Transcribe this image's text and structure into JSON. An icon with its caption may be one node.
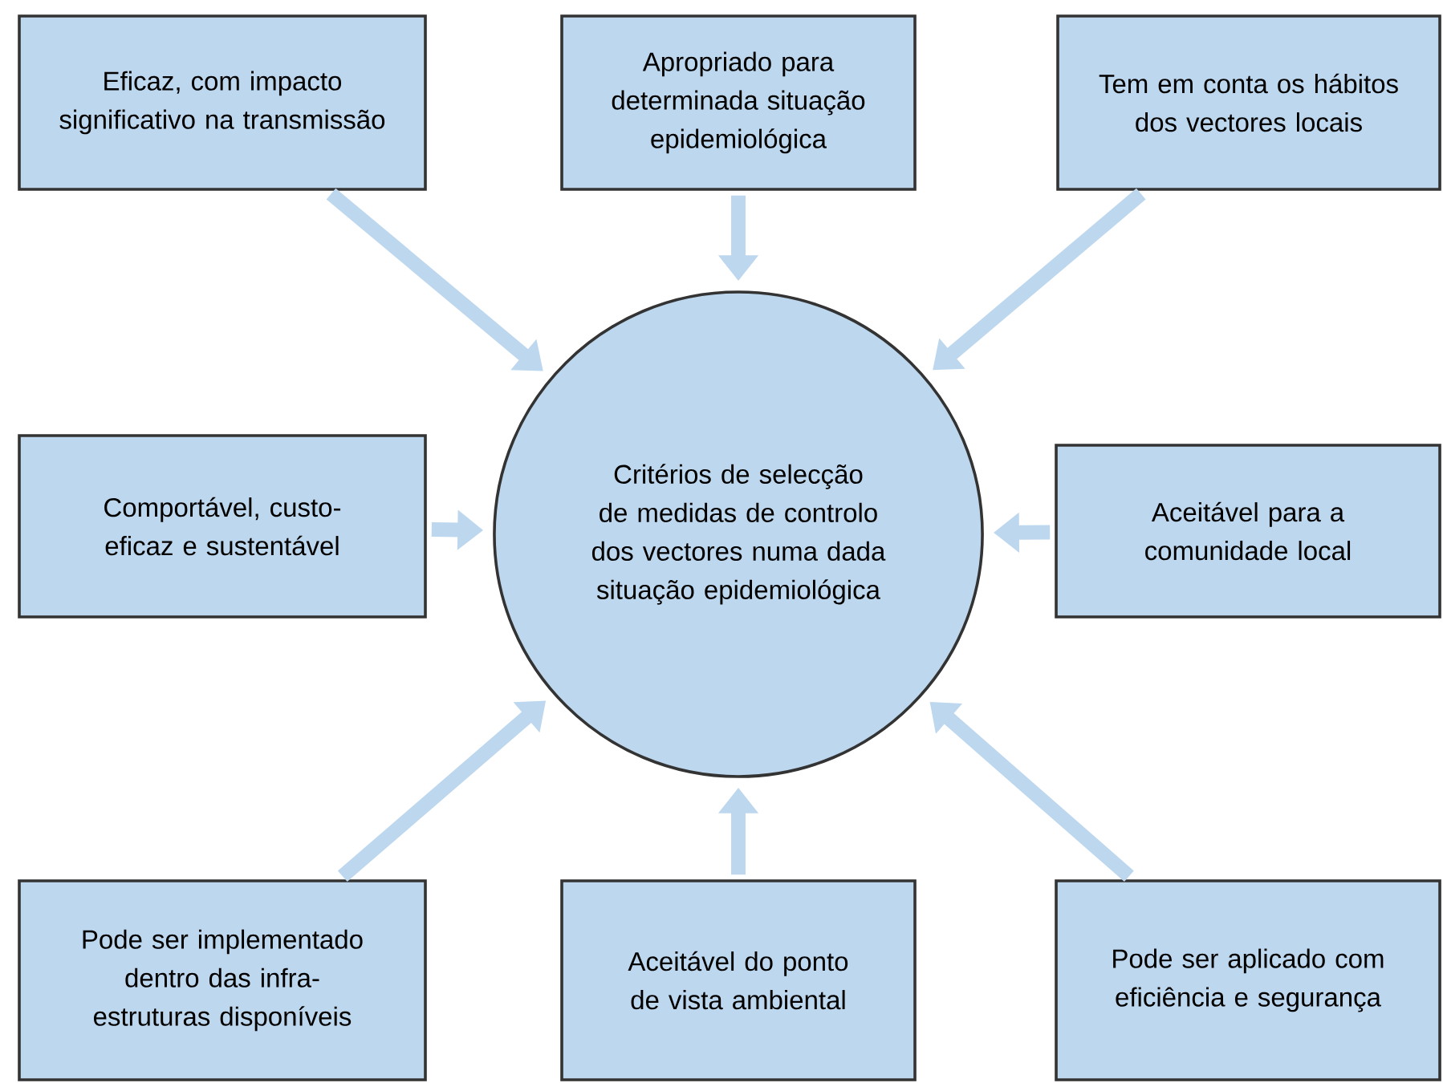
{
  "diagram": {
    "nodes": [
      {
        "text": [
          "Eficaz, com impacto significativo na transmissão"
        ]
      },
      {
        "text": [
          "Apropriado para determinada situação epidemiológica"
        ]
      },
      {
        "text": [
          "Tem em conta os hábitos dos vectores locais"
        ]
      },
      {
        "text": [
          "Comportável, custo-eficaz e sustentável"
        ]
      },
      {
        "text": [
          "Critérios de selecção de medidas de controlo dos vectores numa dada situação epidemiológica"
        ]
      },
      {
        "text": [
          "Aceitável para a comunidade local"
        ]
      },
      {
        "text": [
          "Pode ser implementado dentro das infra-estruturas disponíveis"
        ]
      },
      {
        "text": [
          "Aceitável do ponto de vista ambiental"
        ]
      },
      {
        "text": [
          "Pode ser aplicado com eficiência e segurança"
        ]
      }
    ],
    "edges": [
      {
        "from": 0,
        "to": 4,
        "arrow": "to"
      },
      {
        "from": 1,
        "to": 4,
        "arrow": "to"
      },
      {
        "from": 2,
        "to": 4,
        "arrow": "to"
      },
      {
        "from": 3,
        "to": 4,
        "arrow": "to"
      },
      {
        "from": 5,
        "to": 4,
        "arrow": "to"
      },
      {
        "from": 6,
        "to": 4,
        "arrow": "to"
      },
      {
        "from": 7,
        "to": 4,
        "arrow": "to"
      },
      {
        "from": 8,
        "to": 4,
        "arrow": "to"
      }
    ]
  }
}
